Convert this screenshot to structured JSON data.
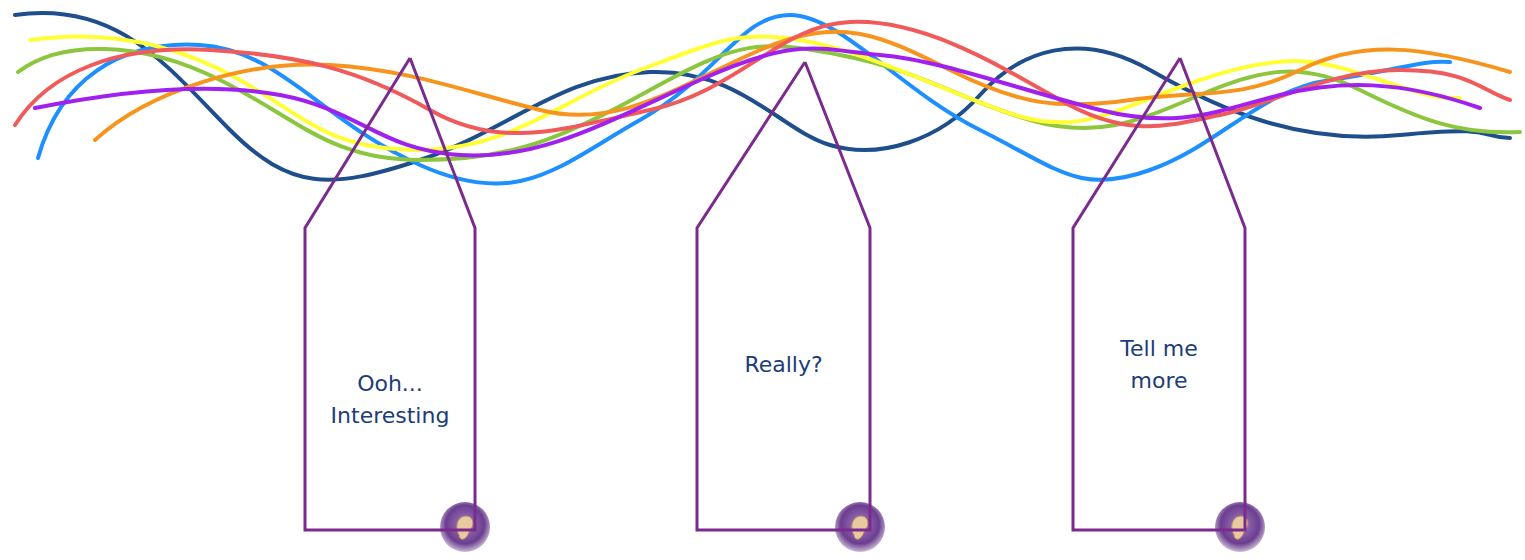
{
  "diagram": {
    "nodes": [
      {
        "text": [
          "Ooh... Interesting"
        ]
      },
      {
        "text": [
          "Really?"
        ]
      },
      {
        "text": [
          "Tell me more"
        ]
      }
    ]
  }
}
